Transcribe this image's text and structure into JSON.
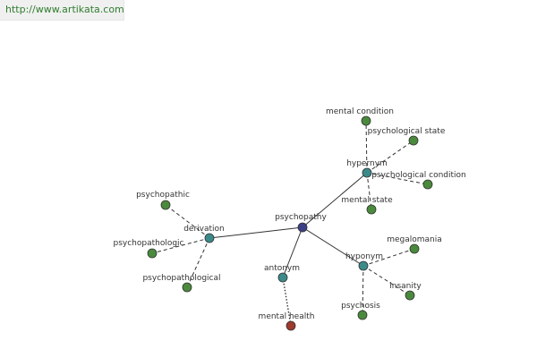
{
  "header": {
    "site_link": "http://www.artikata.com"
  },
  "graph": {
    "center": "psychopathy",
    "relations": {
      "derivation": "derivation",
      "hypernym": "hypernym",
      "hyponym": "hyponym",
      "antonym": "antonym"
    },
    "terms": {
      "psychopathic": "psychopathic",
      "psychopathologic": "psychopathologic",
      "psychopathological": "psychopathological",
      "mental_condition": "mental condition",
      "psychological_state": "psychological state",
      "psychological_condition": "psychological condition",
      "mental_state": "mental state",
      "megalomania": "megalomania",
      "insanity": "insanity",
      "psychosis": "psychosis",
      "mental_health": "mental health"
    }
  },
  "colors": {
    "center_node": "#3b3f86",
    "relation_node": "#3b8a8a",
    "term_node": "#4a8a3c",
    "antonym_term_node": "#9e3a2e",
    "link_text": "#2f7d2f"
  }
}
